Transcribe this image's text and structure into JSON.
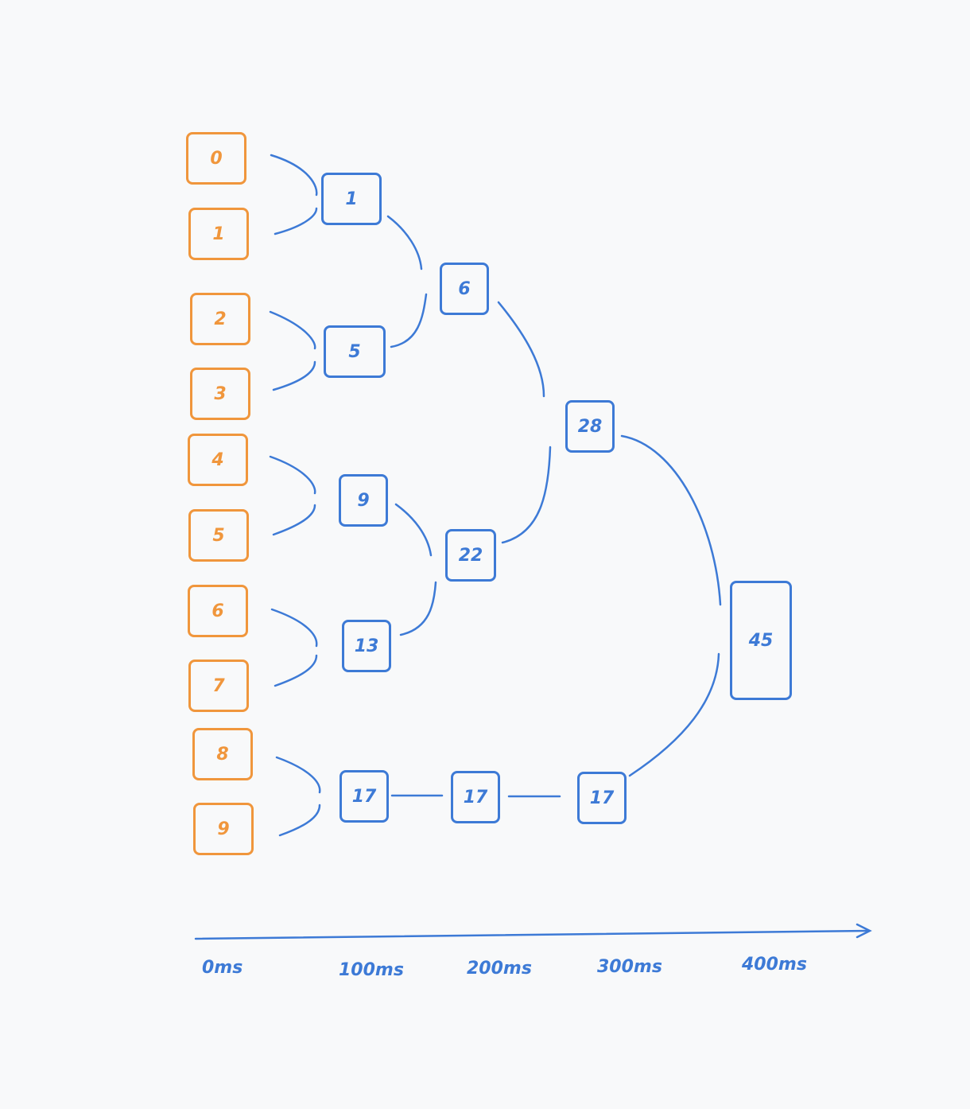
{
  "inputs": [
    "0",
    "1",
    "2",
    "3",
    "4",
    "5",
    "6",
    "7",
    "8",
    "9"
  ],
  "level1": [
    "1",
    "5",
    "9",
    "13",
    "17"
  ],
  "level2": [
    "6",
    "22",
    "17"
  ],
  "level3": [
    "28",
    "17"
  ],
  "level4": [
    "45"
  ],
  "timeline": [
    "0ms",
    "100ms",
    "200ms",
    "300ms",
    "400ms"
  ],
  "colors": {
    "input": "#f0963c",
    "sum": "#3d7ad6",
    "background": "#f8f9fa"
  }
}
